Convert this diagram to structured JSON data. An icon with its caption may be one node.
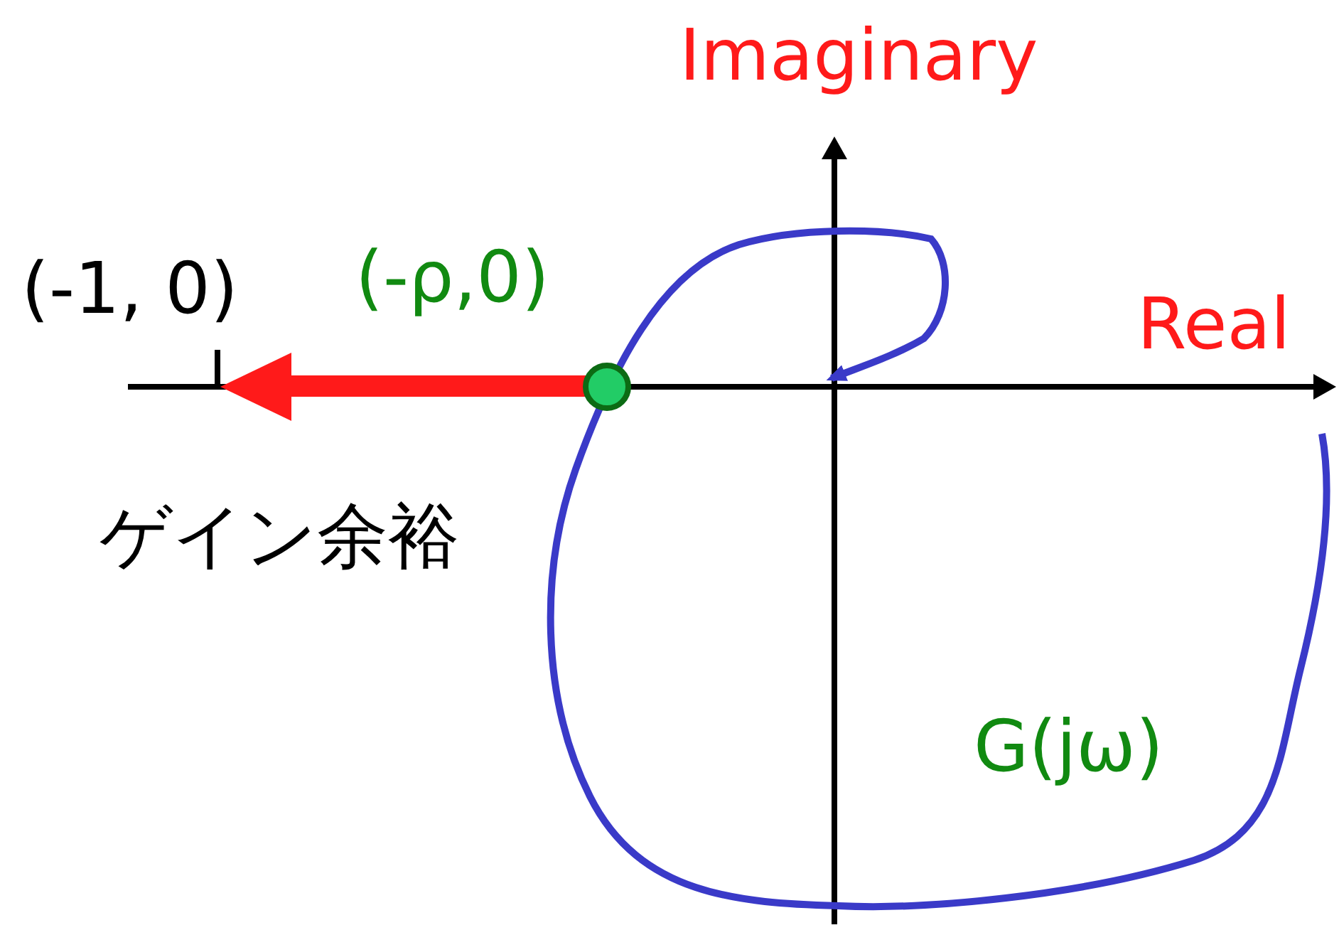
{
  "diagram": {
    "labels": [
      "Imaginary",
      "(-1, 0)",
      "(-ρ,0)",
      "Real",
      "ゲイン余裕",
      "G(jω)"
    ]
  }
}
